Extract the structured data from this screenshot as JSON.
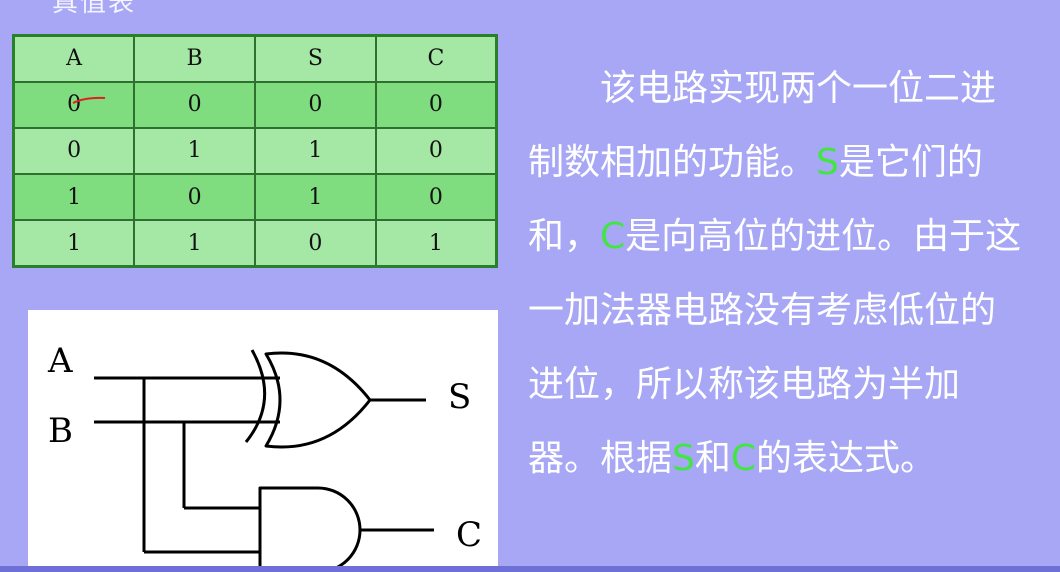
{
  "page": {
    "title": "真值表",
    "background": "#a7a7f6"
  },
  "truth_table": {
    "headers": [
      "A",
      "B",
      "S",
      "C"
    ],
    "rows": [
      [
        "0",
        "0",
        "0",
        "0"
      ],
      [
        "0",
        "1",
        "1",
        "0"
      ],
      [
        "1",
        "0",
        "1",
        "0"
      ],
      [
        "1",
        "1",
        "0",
        "1"
      ]
    ],
    "colors": {
      "light": "#a5e7a5",
      "dark": "#7fdc7f",
      "border": "#2a7f2a"
    }
  },
  "circuit": {
    "input_a": "A",
    "input_b": "B",
    "output_s": "S",
    "output_c": "C",
    "gates": [
      "xor-gate",
      "and-gate"
    ]
  },
  "explanation": {
    "seg1": "该电路实现两个一位二进制数相加的功能。",
    "s1": "S",
    "seg2": "是它们的和，",
    "c1": "C",
    "seg3": "是向高位的进位。由于这一加法器电路没有考虑低位的进位，所以称该电路为半加器。根据",
    "s2": "S",
    "seg4": "和",
    "c2": "C",
    "seg5": "的表达式。",
    "highlight_color": "#42e642"
  }
}
